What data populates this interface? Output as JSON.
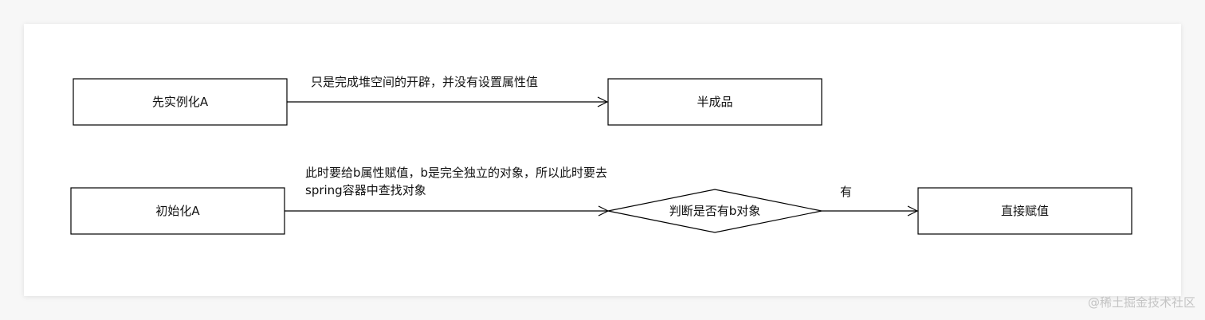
{
  "diagram": {
    "nodes": {
      "instantiate_a": "先实例化A",
      "semi_finished": "半成品",
      "initialize_a": "初始化A",
      "decision": "判断是否有b对象",
      "direct_assign": "直接赋值"
    },
    "edges": {
      "top_label": "只是完成堆空间的开辟，并没有设置属性值",
      "middle_label_line1": "此时要给b属性赋值，b是完全独立的对象，所以此时要去",
      "middle_label_line2": "spring容器中查找对象",
      "yes_label": "有"
    }
  },
  "watermark": "@稀土掘金技术社区"
}
